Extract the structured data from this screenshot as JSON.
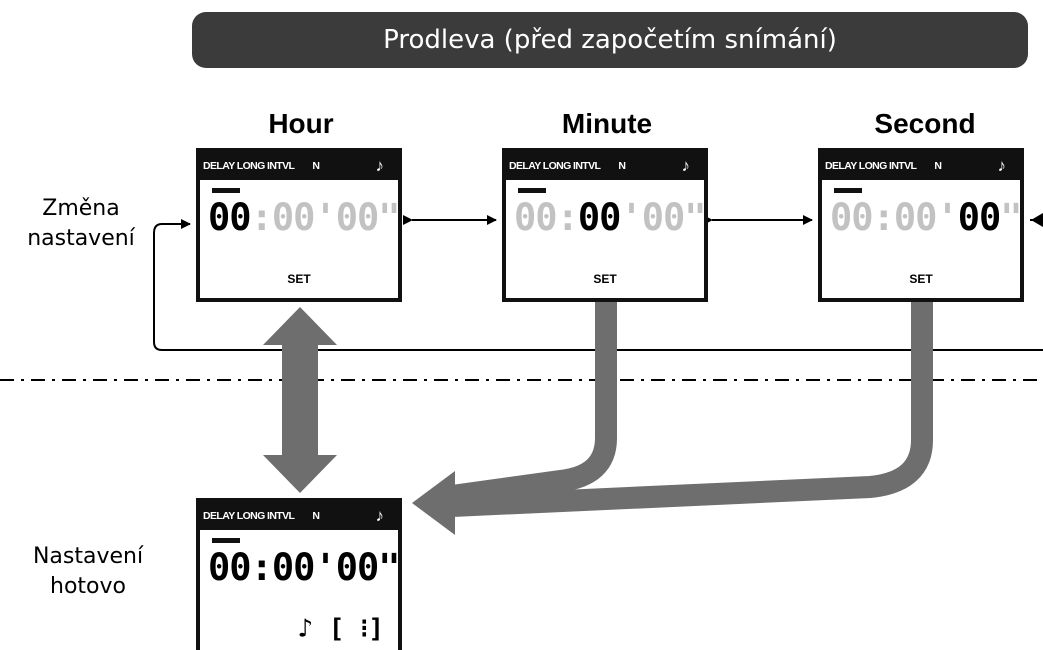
{
  "title": "Prodleva (před započetím snímání)",
  "columns": [
    {
      "label": "Hour",
      "active_segment": 0
    },
    {
      "label": "Minute",
      "active_segment": 1
    },
    {
      "label": "Second",
      "active_segment": 2
    }
  ],
  "left_labels": {
    "change_setting": [
      "Změna",
      "nastavení"
    ],
    "setting_done": [
      "Nastavení",
      "hotovo"
    ]
  },
  "lcd": {
    "header_modes": "DELAY LONG INTVL",
    "header_n": "N",
    "header_note": "♪",
    "time_hours": "00",
    "sep_colon": ":",
    "time_minutes": "00",
    "sep_minute": "'",
    "time_seconds": "00",
    "sep_second": "\"",
    "set_label": "SET",
    "done_bottom": "♪ [   ⁝]"
  },
  "colors": {
    "arrow_gray": "#6e6e6e",
    "banner_bg": "#3b3b3b",
    "dim_digit": "#c2c2c2"
  }
}
